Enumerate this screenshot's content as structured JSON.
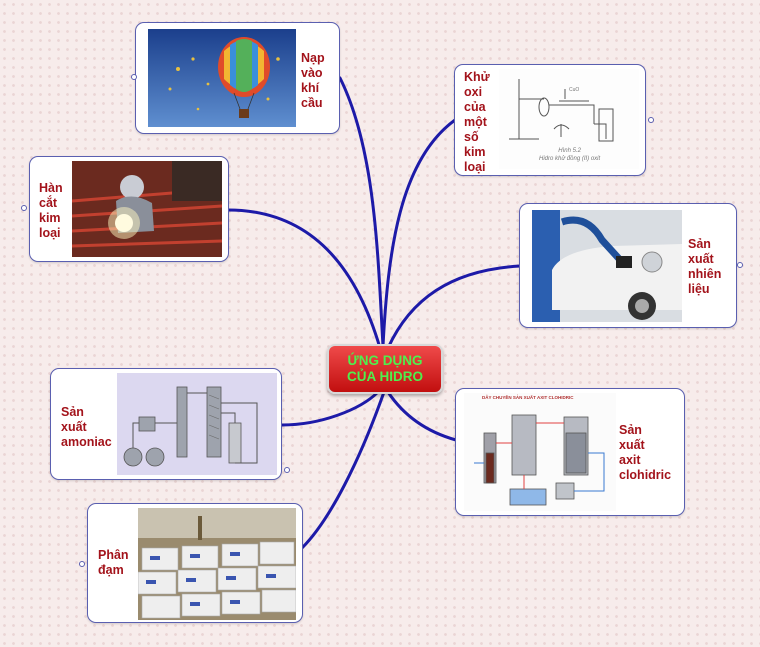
{
  "center": {
    "line1": "ỨNG DỤNG",
    "line2": "CỦA HIDRO"
  },
  "branches": {
    "balloon": {
      "lines": [
        "Nạp",
        "vào",
        "khí",
        "cầu"
      ],
      "icon": "hot-air-balloon-photo"
    },
    "reduce": {
      "lines": [
        "Khử",
        "oxi",
        "của",
        "một",
        "số",
        "kim",
        "loại"
      ],
      "icon": "lab-apparatus-figure",
      "figure_caption": [
        "Hình 5.2",
        "Hidro khử đồng (II) oxit"
      ]
    },
    "welding": {
      "lines": [
        "Hàn",
        "cắt",
        "kim",
        "loại"
      ],
      "icon": "welder-photo"
    },
    "fuel": {
      "lines": [
        "Sản",
        "xuất",
        "nhiên",
        "liệu"
      ],
      "icon": "car-refuel-photo"
    },
    "ammonia": {
      "lines": [
        "Sản",
        "xuất",
        "amoniac"
      ],
      "icon": "ammonia-plant-diagram"
    },
    "hcl": {
      "lines": [
        "Sản",
        "xuất",
        "axit",
        "clohidric"
      ],
      "icon": "hcl-production-diagram",
      "figure_title": "DÂY CHUYỀN SẢN XUẤT AXIT CLOHIDRIC"
    },
    "fertilizer": {
      "lines": [
        "Phân",
        "đạm"
      ],
      "icon": "fertilizer-bags-photo"
    }
  },
  "colors": {
    "link": "#1d1aa8",
    "label": "#a3131b",
    "center_bg": "#d51a1a",
    "center_text": "#4ef04e"
  }
}
